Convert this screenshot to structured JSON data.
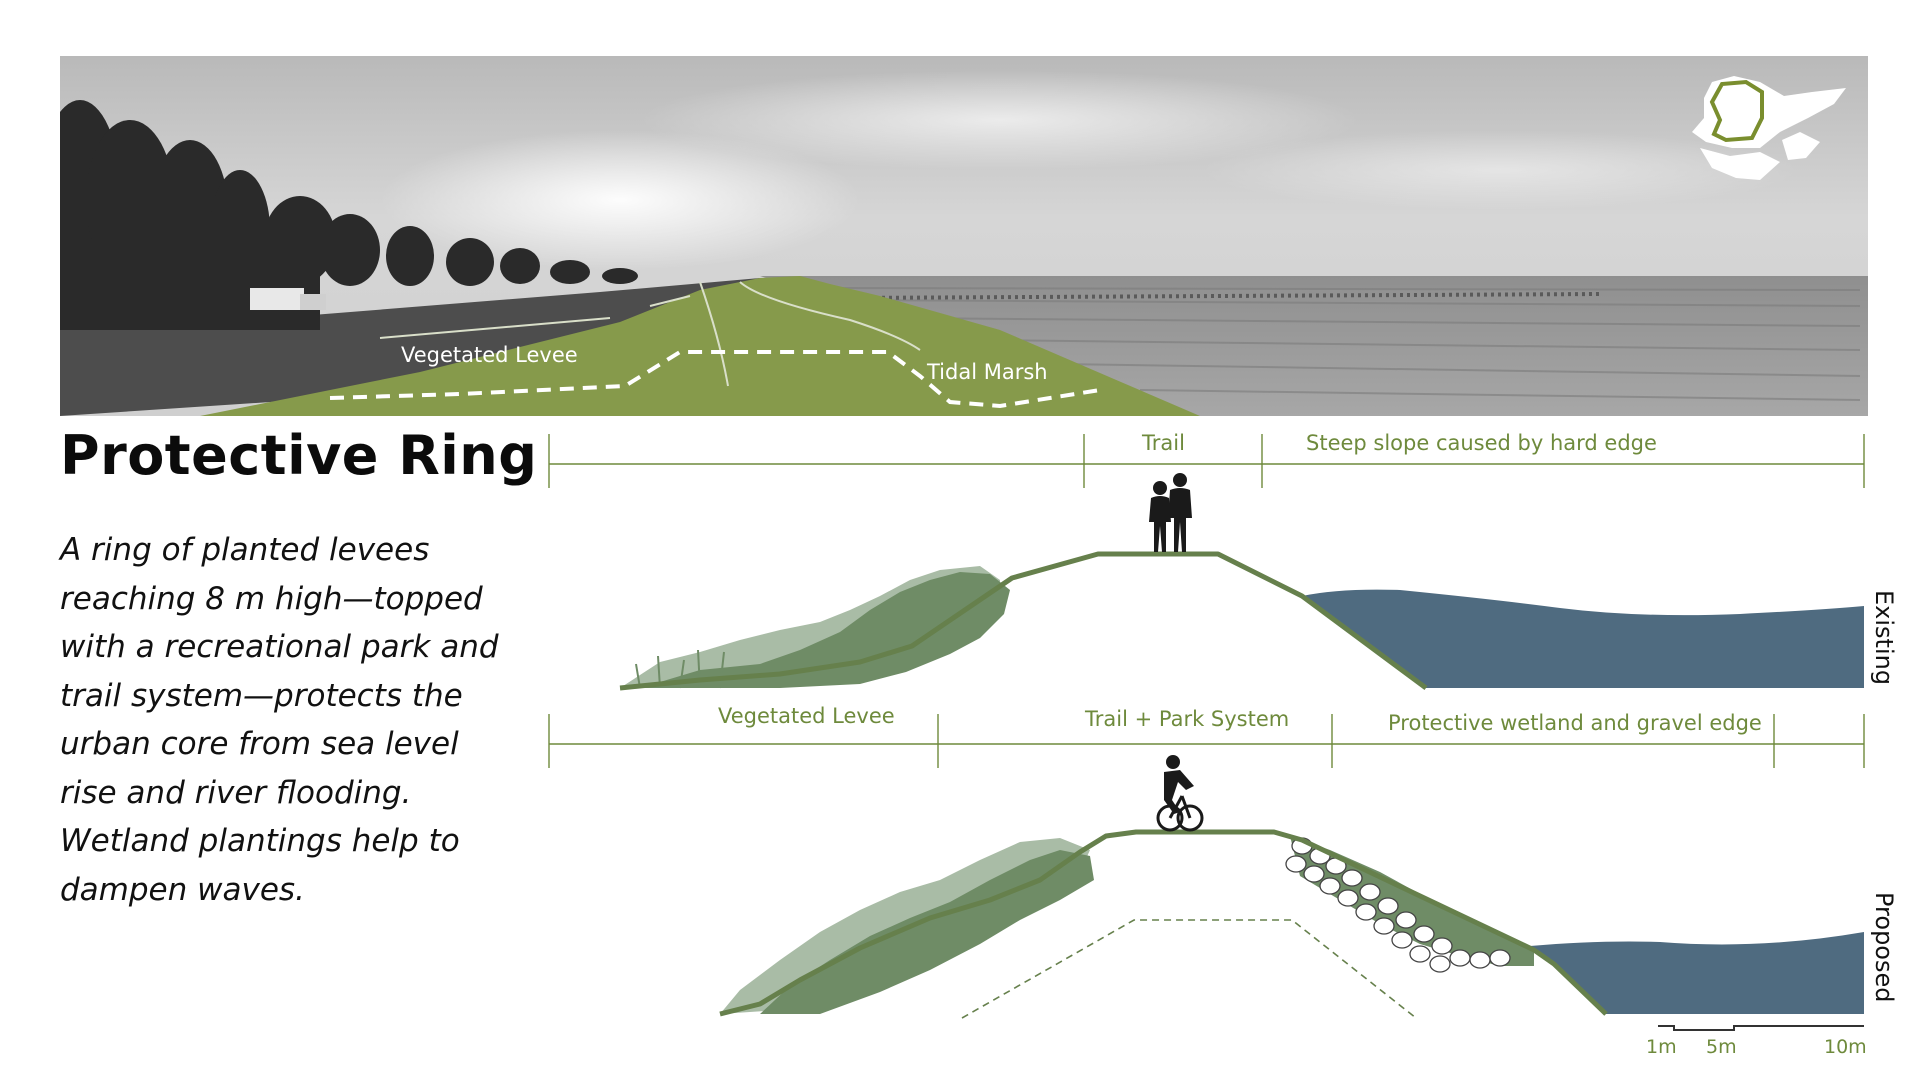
{
  "title": "Protective Ring",
  "description": "A ring of planted levees reaching 8 m high—topped with a recreational park and trail system—protects the urban core from sea level rise and river flooding. Wetland plantings help to dampen waves.",
  "photo": {
    "labels": {
      "vegetated_levee": "Vegetated Levee",
      "tidal_marsh": "Tidal Marsh"
    }
  },
  "existing": {
    "side_label": "Existing",
    "zones": {
      "trail": "Trail",
      "steep_slope": "Steep slope caused by hard edge"
    }
  },
  "proposed": {
    "side_label": "Proposed",
    "zones": {
      "vegetated_levee": "Vegetated Levee",
      "trail_park": "Trail + Park System",
      "wetland_edge": "Protective wetland and gravel edge"
    }
  },
  "scale_bar": {
    "labels": [
      "1m",
      "5m",
      "10m"
    ]
  },
  "colors": {
    "levee_green": "#869a4b",
    "outline_green": "#66804c",
    "label_green": "#6e8a3c",
    "water_blue": "#4f6b80",
    "vegetation_dark": "#6f8c66",
    "vegetation_light": "#a9bca6"
  },
  "icons": {
    "locator_map": "locator-map-icon",
    "pedestrians": "pedestrians-icon",
    "cyclist": "cyclist-icon"
  }
}
